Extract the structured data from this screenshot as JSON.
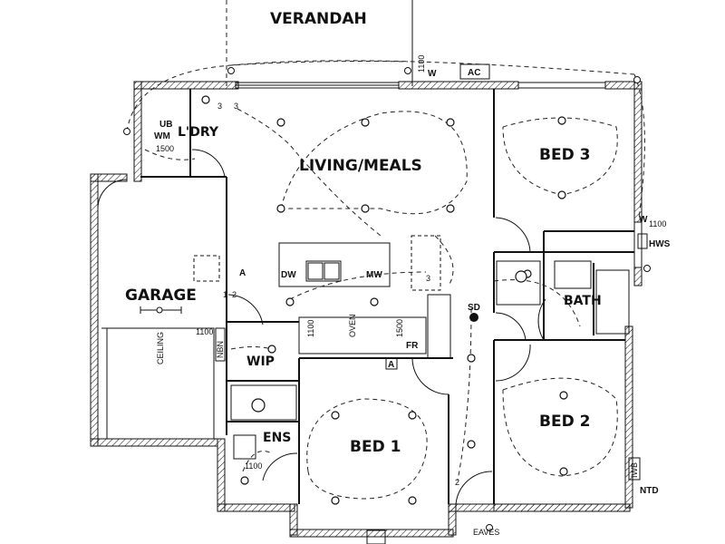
{
  "rooms": {
    "verandah": "VERANDAH",
    "living": "LIVING/MEALS",
    "laundry": "L'DRY",
    "bed3": "BED 3",
    "garage": "GARAGE",
    "bath": "BATH",
    "wip": "WIP",
    "ens": "ENS",
    "bed1": "BED 1",
    "bed2": "BED 2",
    "eaves": "EAVES"
  },
  "labels": {
    "ub": "UB",
    "wm": "WM",
    "h1500": "1500",
    "h1100_top": "1100",
    "w_top": "W",
    "ac": "AC",
    "dw": "DW",
    "mw": "MW",
    "a1": "A",
    "a2": "A",
    "n1": "1",
    "n2": "2",
    "n3a": "3",
    "n3b": "3",
    "n3c": "3",
    "n2b": "2",
    "sd": "SD",
    "ceiling": "CEILING",
    "h1100_wip": "1100",
    "nbn": "NBN",
    "h1100_bench": "1100",
    "oven": "OVEN",
    "h1500_bench": "1500",
    "fr": "FR",
    "w_hws": "W",
    "h1100_hws": "1100",
    "hws": "HWS",
    "h1100_ens": "1100",
    "iwb": "IWB",
    "ntd": "NTD"
  }
}
